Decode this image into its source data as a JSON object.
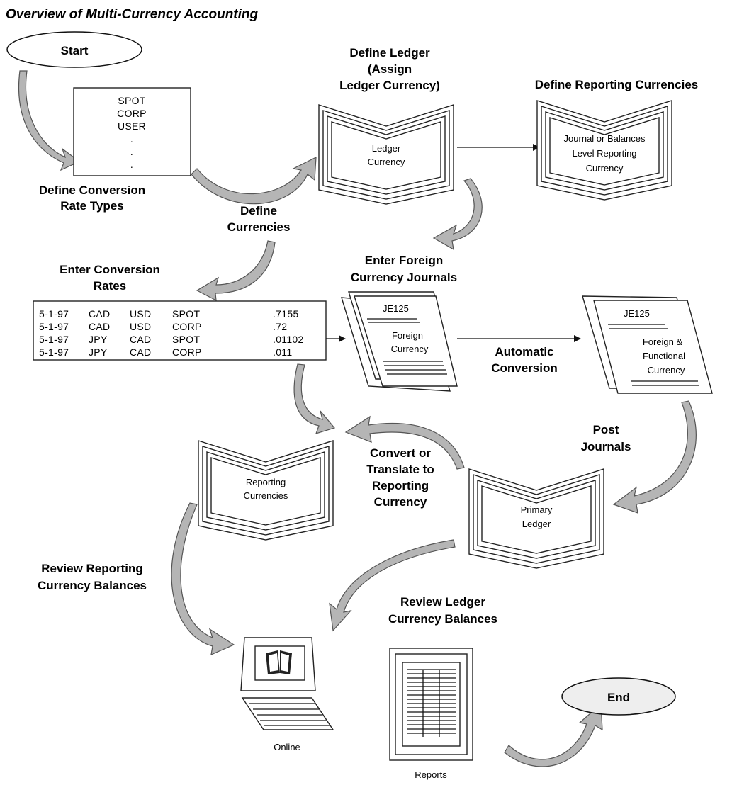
{
  "title": "Overview of Multi-Currency Accounting",
  "start": "Start",
  "end": "End",
  "rate_types": {
    "items": [
      "SPOT",
      "CORP",
      "USER",
      ".",
      ".",
      "."
    ],
    "label": [
      "Define Conversion",
      "Rate Types"
    ]
  },
  "define_currencies": [
    "Define",
    "Currencies"
  ],
  "define_ledger": {
    "label": [
      "Define Ledger",
      "(Assign",
      "Ledger Currency)"
    ],
    "book": [
      "Ledger",
      "Currency"
    ]
  },
  "reporting_setup": {
    "label": "Define Reporting Currencies",
    "book": [
      "Journal or Balances",
      "Level Reporting",
      "Currency"
    ]
  },
  "conversion_rates": {
    "label": [
      "Enter Conversion",
      "Rates"
    ],
    "rows": [
      [
        "5-1-97",
        "CAD",
        "USD",
        "SPOT",
        ".7155"
      ],
      [
        "5-1-97",
        "CAD",
        "USD",
        "CORP",
        ".72"
      ],
      [
        "5-1-97",
        "JPY",
        "CAD",
        "SPOT",
        ".01102"
      ],
      [
        "5-1-97",
        "JPY",
        "CAD",
        "CORP",
        ".011"
      ]
    ]
  },
  "foreign_journals": {
    "label": [
      "Enter Foreign",
      "Currency Journals"
    ],
    "doc_id": "JE125",
    "doc_text": [
      "Foreign",
      "Currency"
    ]
  },
  "automatic_conversion": [
    "Automatic",
    "Conversion"
  ],
  "converted_journals": {
    "doc_id": "JE125",
    "doc_text": [
      "Foreign &",
      "Functional",
      "Currency"
    ]
  },
  "post_journals": [
    "Post",
    "Journals"
  ],
  "primary_ledger": [
    "Primary",
    "Ledger"
  ],
  "convert_translate": [
    "Convert or",
    "Translate to",
    "Reporting",
    "Currency"
  ],
  "reporting_currencies": [
    "Reporting",
    "Currencies"
  ],
  "review_reporting": [
    "Review  Reporting",
    "Currency Balances"
  ],
  "review_ledger": [
    "Review Ledger",
    "Currency Balances"
  ],
  "online": "Online",
  "reports": "Reports"
}
